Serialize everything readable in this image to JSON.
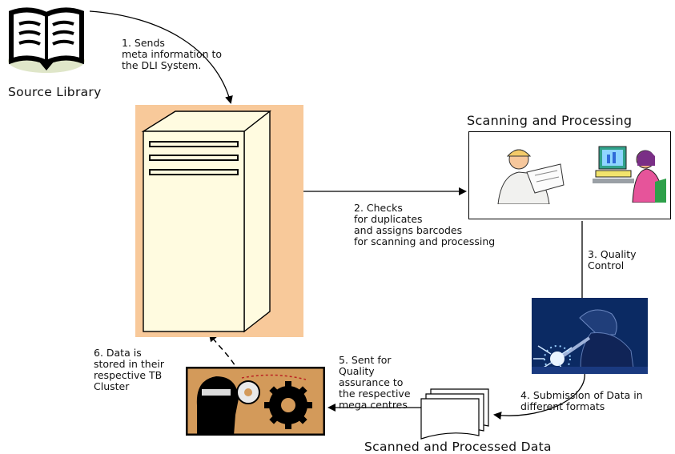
{
  "source": {
    "label": "Source Library"
  },
  "scanning": {
    "title": "Scanning and Processing"
  },
  "output": {
    "title": "Scanned and Processed Data"
  },
  "steps": {
    "step1": "1. Sends\nmeta information to\nthe DLI System.",
    "step2": "2. Checks\nfor duplicates\nand assigns barcodes\nfor scanning and processing",
    "step3": "3. Quality\nControl",
    "step4": "4. Submission of Data in\ndifferent formats",
    "step5": "5. Sent for\nQuality\nassurance to\nthe respective\nmega centres",
    "step6": "6. Data is\nstored in their\nrespective TB\nCluster"
  },
  "icons": [
    "book-icon",
    "server-icon",
    "engineer-icon",
    "computer-user-icon",
    "welder-icon",
    "documents-icon",
    "gear-head-icon"
  ],
  "colors": {
    "server_bg": "#f8c99a",
    "server_face": "#fffbe0",
    "welding_bg": "#0b2a63",
    "gear_bg": "#d39a5a"
  }
}
